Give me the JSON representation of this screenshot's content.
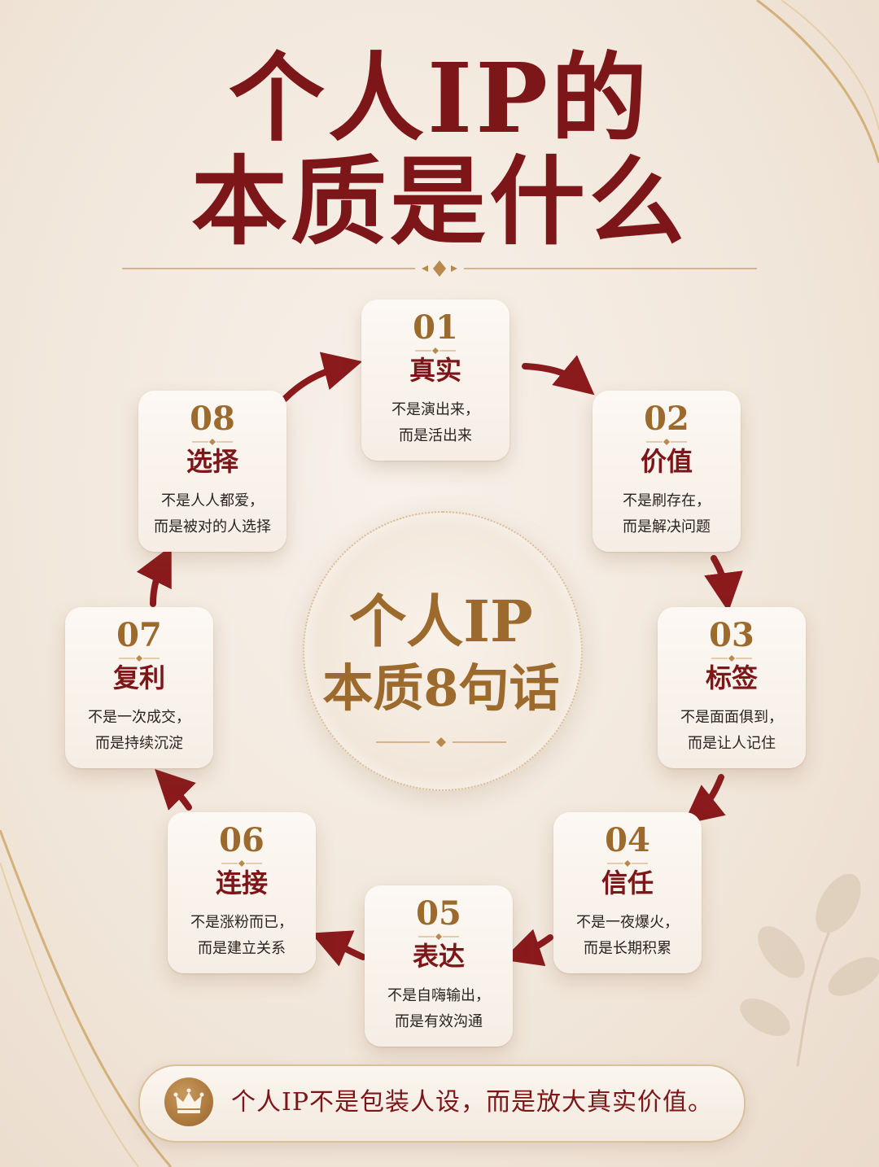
{
  "title": {
    "line1": "个人IP的",
    "line2": "本质是什么"
  },
  "center": {
    "line1": "个人IP",
    "line2": "本质8句话"
  },
  "cards": [
    {
      "num": "01",
      "name": "真实",
      "desc1": "不是演出来，",
      "desc2": "而是活出来"
    },
    {
      "num": "02",
      "name": "价值",
      "desc1": "不是刷存在，",
      "desc2": "而是解决问题"
    },
    {
      "num": "03",
      "name": "标签",
      "desc1": "不是面面俱到，",
      "desc2": "而是让人记住"
    },
    {
      "num": "04",
      "name": "信任",
      "desc1": "不是一夜爆火，",
      "desc2": "而是长期积累"
    },
    {
      "num": "05",
      "name": "表达",
      "desc1": "不是自嗨输出，",
      "desc2": "而是有效沟通"
    },
    {
      "num": "06",
      "name": "连接",
      "desc1": "不是涨粉而已，",
      "desc2": "而是建立关系"
    },
    {
      "num": "07",
      "name": "复利",
      "desc1": "不是一次成交，",
      "desc2": "而是持续沉淀"
    },
    {
      "num": "08",
      "name": "选择",
      "desc1": "不是人人都爱，",
      "desc2": "而是被对的人选择"
    }
  ],
  "footer": {
    "icon": "crown-icon",
    "text": "个人IP不是包装人设，而是放大真实价值。"
  },
  "colors": {
    "title": "#7d1618",
    "gold": "#9c6a2d",
    "background": "#f3e9de",
    "arrow": "#8a1a1c"
  }
}
